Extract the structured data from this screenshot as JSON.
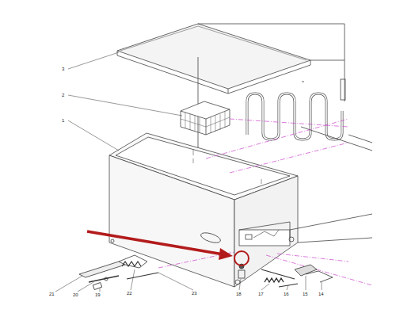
{
  "diagram": {
    "labels": [
      "3",
      "2",
      "1",
      "21",
      "20",
      "19",
      "22",
      "23",
      "18",
      "17",
      "16",
      "15",
      "14"
    ]
  }
}
